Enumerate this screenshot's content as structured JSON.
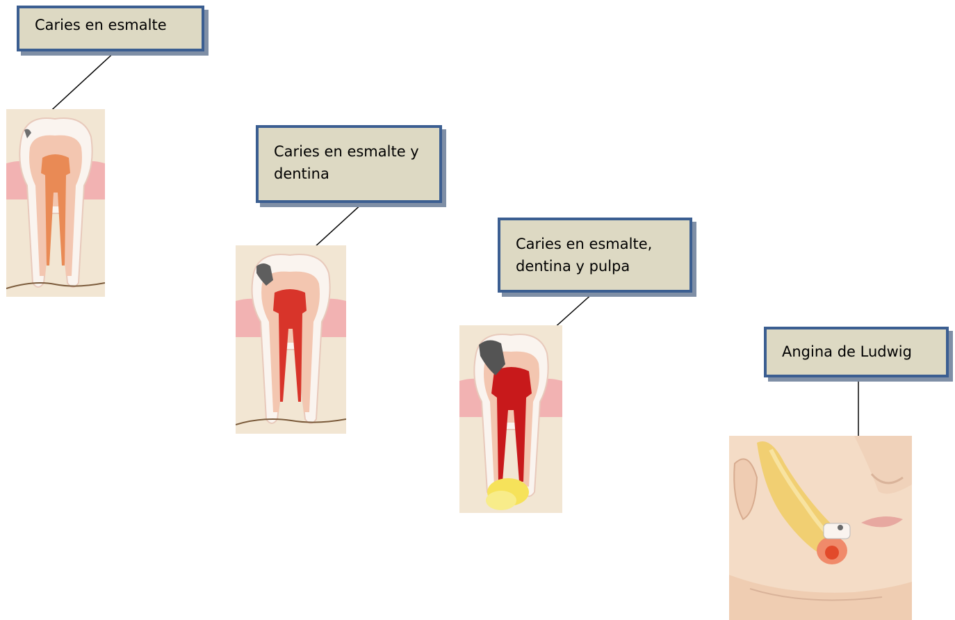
{
  "callouts": {
    "c1": "Caries en esmalte",
    "c2": "Caries en esmalte y dentina",
    "c3": "Caries en esmalte, dentina y pulpa",
    "c4": "Angina de Ludwig"
  },
  "colors": {
    "box_fill": "#ddd9c3",
    "box_border": "#3b5e91",
    "box_shadow": "#7f8fa6",
    "enamel": "#faf4ef",
    "dentin": "#f3c6b0",
    "pulp_healthy": "#e98a55",
    "pulp_infected": "#c8191b",
    "gum": "#f2b2b2",
    "bone": "#f2e6d3",
    "abscess": "#f6e25a",
    "skin": "#f4dcc6"
  },
  "figures": [
    {
      "name": "tooth-stage-1",
      "stage": "enamel caries"
    },
    {
      "name": "tooth-stage-2",
      "stage": "enamel and dentin caries"
    },
    {
      "name": "tooth-stage-3",
      "stage": "enamel, dentin and pulp caries"
    },
    {
      "name": "face-ludwig",
      "stage": "Ludwig's angina"
    }
  ]
}
